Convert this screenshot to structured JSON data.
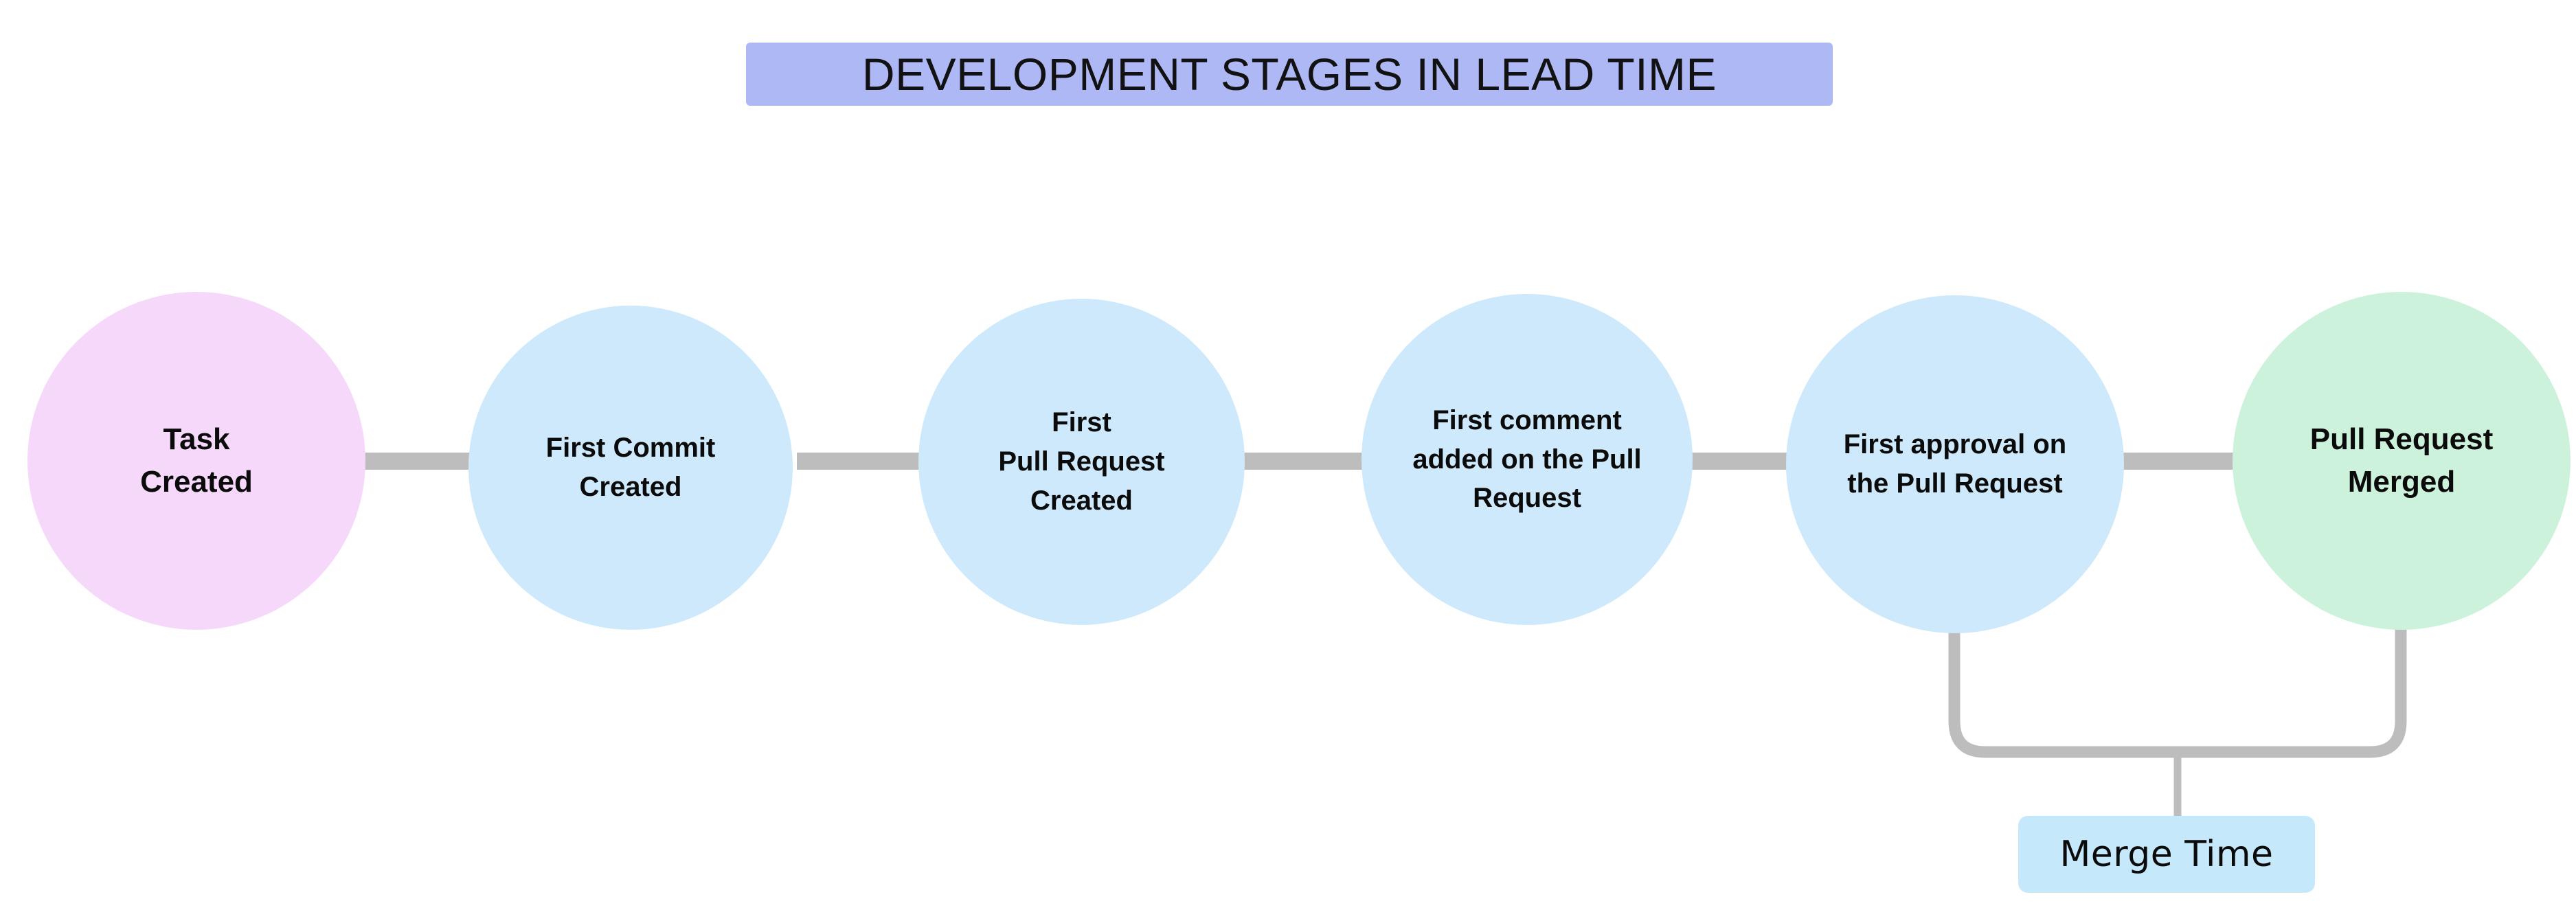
{
  "diagram": {
    "title": "DEVELOPMENT STAGES IN LEAD TIME",
    "title_banner_color": "#AEB8F5",
    "background_color": "#FFFFFF",
    "connector_color": "#BDBDBD",
    "type": "horizontal-flow-timeline",
    "nodes": [
      {
        "id": "task-created",
        "label": "Task\nCreated",
        "lines": [
          "Task",
          "Created"
        ],
        "color": "#F6D8FB",
        "shape": "circle",
        "order": 1
      },
      {
        "id": "first-commit-created",
        "label": "First Commit\nCreated",
        "lines": [
          "First Commit",
          "Created"
        ],
        "color": "#CDE9FB",
        "shape": "circle",
        "order": 2
      },
      {
        "id": "first-pull-request-created",
        "label": "First\nPull Request\nCreated",
        "lines": [
          "First",
          "Pull Request",
          "Created"
        ],
        "color": "#CDE9FB",
        "shape": "circle",
        "order": 3
      },
      {
        "id": "first-comment-on-pull-request",
        "label": "First comment\nadded on the Pull\nRequest",
        "lines": [
          "First comment",
          "added on the Pull",
          "Request"
        ],
        "color": "#CDE9FB",
        "shape": "circle",
        "order": 4
      },
      {
        "id": "first-approval-on-pull-request",
        "label": "First approval on\nthe Pull Request",
        "lines": [
          "First approval on",
          "the Pull Request"
        ],
        "color": "#CDE9FB",
        "shape": "circle",
        "order": 5
      },
      {
        "id": "pull-request-merged",
        "label": "Pull Request\nMerged",
        "lines": [
          "Pull Request",
          "Merged"
        ],
        "color": "#CDF2DC",
        "shape": "circle",
        "order": 6
      }
    ],
    "annotations": [
      {
        "id": "merge-time",
        "label": "Merge Time",
        "color": "#C5E8FB",
        "spans_from": "first-approval-on-pull-request",
        "spans_to": "pull-request-merged"
      }
    ]
  }
}
